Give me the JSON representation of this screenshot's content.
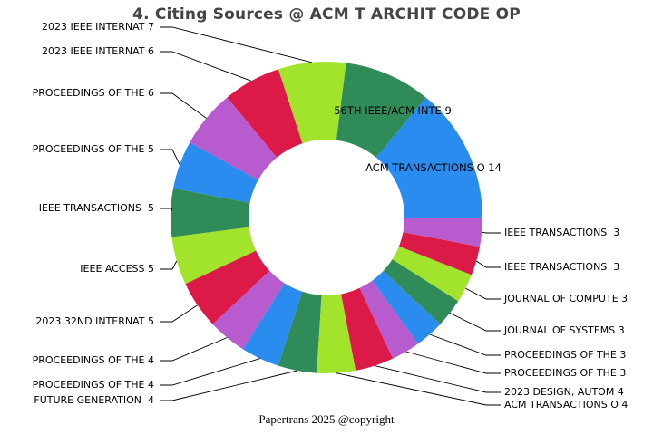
{
  "header": {
    "title": "4. Citing Sources @ ACM T ARCHIT CODE OP"
  },
  "footer": {
    "text": "Papertrans 2025 @copyright"
  },
  "chart_data": {
    "type": "pie",
    "subtype": "donut",
    "title": "4. Citing Sources @ ACM T ARCHIT CODE OP",
    "total": 100,
    "start_angle_deg": 0,
    "direction": "counterclockwise",
    "inner_radius_ratio": 0.5,
    "legend": "none",
    "palette_cycle": [
      "#2A8CEF",
      "#2F8C59",
      "#A2E32B",
      "#DC1A47",
      "#B75BCF"
    ],
    "slices": [
      {
        "name": "ACM TRANSACTIONS O",
        "value": 14,
        "color": "#2A8CEF",
        "label_side": "inside",
        "label_x": 478,
        "label_y": 185
      },
      {
        "name": "56TH IEEE/ACM INTE",
        "value": 9,
        "color": "#2F8C59",
        "label_side": "inside",
        "label_x": 433,
        "label_y": 122
      },
      {
        "name": "2023 IEEE INTERNAT",
        "value": 7,
        "color": "#A2E32B",
        "label_side": "left",
        "label_y": 30
      },
      {
        "name": "2023 IEEE INTERNAT",
        "value": 6,
        "color": "#DC1A47",
        "label_side": "left",
        "label_y": 57
      },
      {
        "name": "PROCEEDINGS OF THE",
        "value": 6,
        "color": "#B75BCF",
        "label_side": "left",
        "label_y": 103
      },
      {
        "name": "PROCEEDINGS OF THE",
        "value": 5,
        "color": "#2A8CEF",
        "label_side": "left",
        "label_y": 165
      },
      {
        "name": "IEEE TRANSACTIONS ",
        "value": 5,
        "color": "#2F8C59",
        "label_side": "left",
        "label_y": 230
      },
      {
        "name": "IEEE ACCESS",
        "value": 5,
        "color": "#A2E32B",
        "label_side": "left",
        "label_y": 297
      },
      {
        "name": "2023 32ND INTERNAT",
        "value": 5,
        "color": "#DC1A47",
        "label_side": "left",
        "label_y": 355
      },
      {
        "name": "PROCEEDINGS OF THE",
        "value": 4,
        "color": "#B75BCF",
        "label_side": "left",
        "label_y": 398
      },
      {
        "name": "PROCEEDINGS OF THE",
        "value": 4,
        "color": "#2A8CEF",
        "label_side": "left",
        "label_y": 425
      },
      {
        "name": "FUTURE GENERATION ",
        "value": 4,
        "color": "#2F8C59",
        "label_side": "left",
        "label_y": 442
      },
      {
        "name": "ACM TRANSACTIONS O",
        "value": 4,
        "color": "#A2E32B",
        "label_side": "right",
        "label_y": 447
      },
      {
        "name": "2023 DESIGN, AUTOM",
        "value": 4,
        "color": "#DC1A47",
        "label_side": "right",
        "label_y": 433
      },
      {
        "name": "PROCEEDINGS OF THE",
        "value": 3,
        "color": "#B75BCF",
        "label_side": "right",
        "label_y": 412
      },
      {
        "name": "PROCEEDINGS OF THE",
        "value": 3,
        "color": "#2A8CEF",
        "label_side": "right",
        "label_y": 392
      },
      {
        "name": "JOURNAL OF SYSTEMS",
        "value": 3,
        "color": "#2F8C59",
        "label_side": "right",
        "label_y": 365
      },
      {
        "name": "JOURNAL OF COMPUTE",
        "value": 3,
        "color": "#A2E32B",
        "label_side": "right",
        "label_y": 330
      },
      {
        "name": "IEEE TRANSACTIONS ",
        "value": 3,
        "color": "#DC1A47",
        "label_side": "right",
        "label_y": 295
      },
      {
        "name": "IEEE TRANSACTIONS ",
        "value": 3,
        "color": "#B75BCF",
        "label_side": "right",
        "label_y": 257
      }
    ]
  }
}
